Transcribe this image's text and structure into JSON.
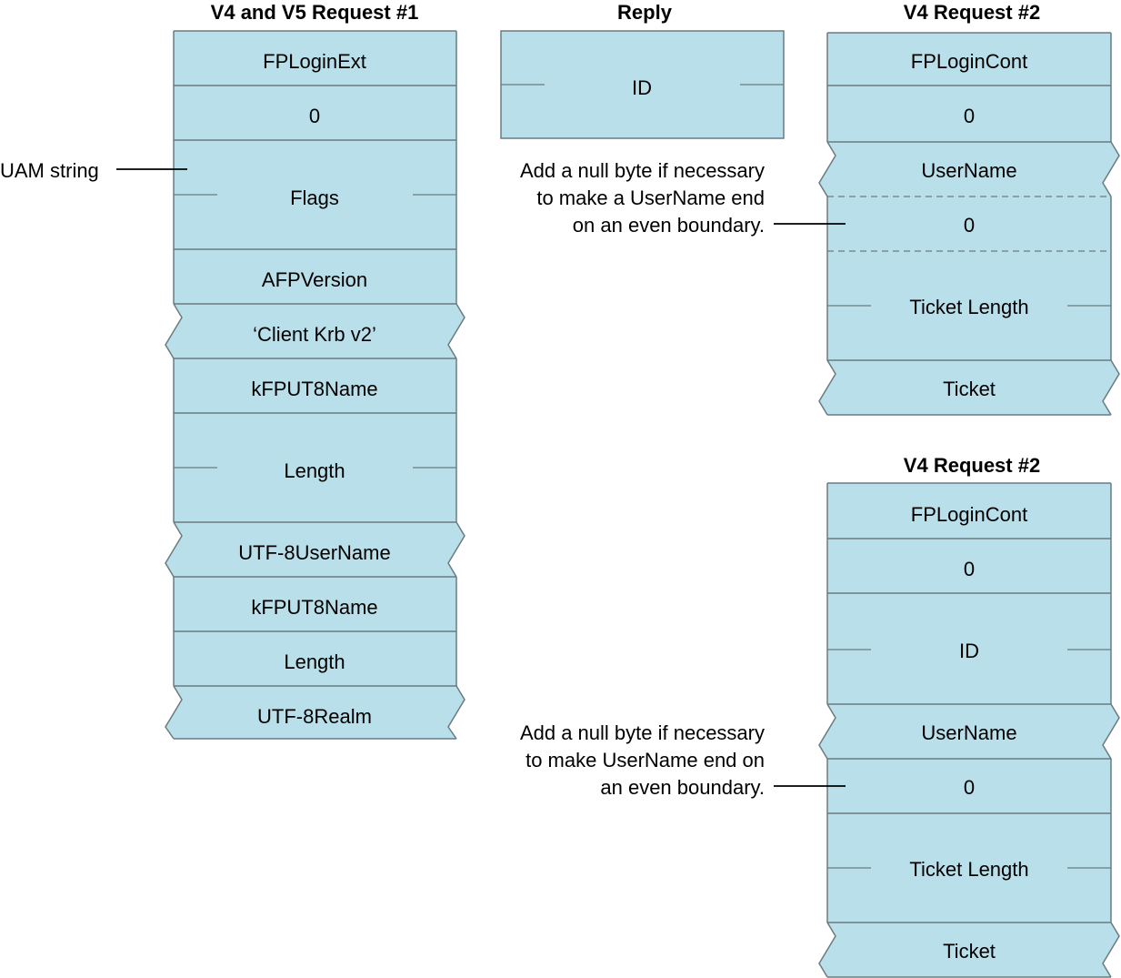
{
  "colors": {
    "cell_fill": "#b9dfea",
    "border": "#6b7b80",
    "text": "#000000",
    "background": "#ffffff"
  },
  "request1": {
    "title": "V4 and V5 Request #1",
    "cells": [
      "FPLoginExt",
      "0",
      "Flags",
      "AFPVersion",
      "‘Client Krb v2’",
      "kFPUT8Name",
      "Length",
      "UTF-8UserName",
      "kFPUT8Name",
      "Length",
      "UTF-8Realm"
    ],
    "note": "UAM string"
  },
  "reply": {
    "title": "Reply",
    "cells": [
      "ID"
    ]
  },
  "v4_request2_a": {
    "title": "V4 Request #2",
    "cells": [
      "FPLoginCont",
      "0",
      "UserName",
      "0",
      "Ticket Length",
      "Ticket"
    ],
    "note": [
      "Add a null byte if necessary",
      "to make a UserName end",
      "on an even boundary."
    ]
  },
  "v4_request2_b": {
    "title": "V4 Request #2",
    "cells": [
      "FPLoginCont",
      "0",
      "ID",
      "UserName",
      "0",
      "Ticket Length",
      "Ticket"
    ],
    "note": [
      "Add a null byte if necessary",
      "to make UserName end on",
      "an even boundary."
    ]
  }
}
